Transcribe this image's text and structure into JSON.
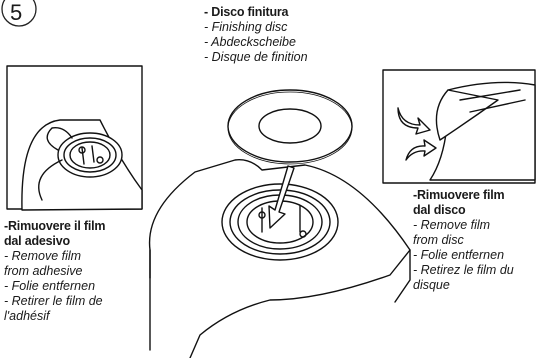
{
  "step": {
    "number": "5"
  },
  "labels": {
    "finishing_disc": {
      "title": "- Disco finitura",
      "lines": [
        "- Finishing disc",
        "- Abdeckscheibe",
        "- Disque de finition"
      ]
    },
    "remove_from_adhesive": {
      "title_lines": [
        "-Rimuovere il film",
        "dal adesivo"
      ],
      "lines": [
        "- Remove film",
        "from adhesive",
        "- Folie entfernen",
        "- Retirer le film de",
        "l'adhésif"
      ]
    },
    "remove_from_disc": {
      "title_lines": [
        "-Rimuovere film",
        "dal disco"
      ],
      "lines": [
        "- Remove film",
        "from disc",
        "- Folie entfernen",
        "- Retirez le film du",
        "disque"
      ]
    }
  }
}
